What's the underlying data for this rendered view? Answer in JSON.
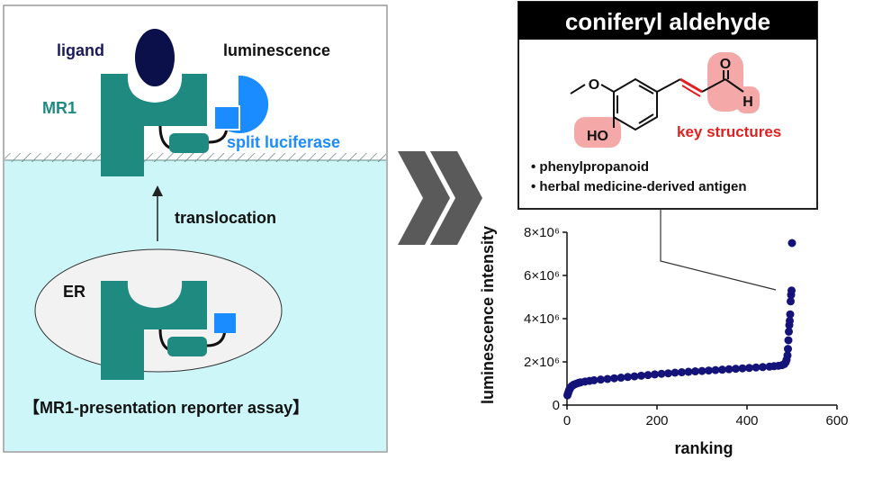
{
  "left_panel": {
    "ligand_label": "ligand",
    "luminescence_label": "luminescence",
    "mr1_label": "MR1",
    "split_luciferase_label": "split luciferase",
    "translocation_label": "translocation",
    "er_label": "ER",
    "assay_title": "【MR1-presentation reporter assay】"
  },
  "compound_box": {
    "title": "coniferyl aldehyde",
    "atom_o_methoxy": "O",
    "atom_ho": "HO",
    "atom_o_carbonyl": "O",
    "atom_h": "H",
    "key_structures_label": "key structures",
    "bullets": [
      "• phenylpropanoid",
      "• herbal medicine-derived antigen"
    ]
  },
  "colors": {
    "teal": "#1f8a80",
    "ligand": "#0b0f4a",
    "luciferase": "#1a8cff",
    "membrane_fill": "#cdf6f8",
    "points": "#13137a",
    "highlight": "#f4a8a8",
    "key_red": "#e02020",
    "arrow_gray": "#5a5a5a"
  },
  "chart_data": {
    "type": "scatter",
    "xlabel": "ranking",
    "ylabel": "luminescence intensity",
    "xlim": [
      0,
      600
    ],
    "ylim": [
      0,
      8000000
    ],
    "x_ticks": [
      0,
      200,
      400,
      600
    ],
    "y_ticks": [
      0,
      2000000,
      4000000,
      6000000,
      8000000
    ],
    "x_tick_labels": [
      "0",
      "200",
      "400",
      "600"
    ],
    "y_tick_labels": [
      "0",
      "2×10⁶",
      "4×10⁶",
      "6×10⁶",
      "8×10⁶"
    ],
    "grid": false,
    "points": [
      [
        1,
        450000
      ],
      [
        2,
        520000
      ],
      [
        3,
        580000
      ],
      [
        4,
        650000
      ],
      [
        5,
        700000
      ],
      [
        6,
        740000
      ],
      [
        7,
        780000
      ],
      [
        8,
        820000
      ],
      [
        10,
        870000
      ],
      [
        12,
        900000
      ],
      [
        15,
        940000
      ],
      [
        18,
        970000
      ],
      [
        22,
        1000000
      ],
      [
        26,
        1030000
      ],
      [
        30,
        1050000
      ],
      [
        40,
        1090000
      ],
      [
        50,
        1120000
      ],
      [
        60,
        1150000
      ],
      [
        75,
        1180000
      ],
      [
        90,
        1210000
      ],
      [
        105,
        1240000
      ],
      [
        120,
        1270000
      ],
      [
        135,
        1300000
      ],
      [
        150,
        1330000
      ],
      [
        165,
        1360000
      ],
      [
        180,
        1390000
      ],
      [
        195,
        1420000
      ],
      [
        210,
        1450000
      ],
      [
        225,
        1470000
      ],
      [
        240,
        1500000
      ],
      [
        255,
        1520000
      ],
      [
        270,
        1540000
      ],
      [
        285,
        1560000
      ],
      [
        300,
        1580000
      ],
      [
        315,
        1600000
      ],
      [
        330,
        1620000
      ],
      [
        345,
        1640000
      ],
      [
        360,
        1660000
      ],
      [
        375,
        1680000
      ],
      [
        390,
        1700000
      ],
      [
        405,
        1720000
      ],
      [
        420,
        1740000
      ],
      [
        435,
        1760000
      ],
      [
        450,
        1780000
      ],
      [
        460,
        1800000
      ],
      [
        470,
        1820000
      ],
      [
        478,
        1850000
      ],
      [
        483,
        1900000
      ],
      [
        486,
        1980000
      ],
      [
        488,
        2100000
      ],
      [
        490,
        2300000
      ],
      [
        491,
        2600000
      ],
      [
        492,
        3000000
      ],
      [
        493,
        3400000
      ],
      [
        494,
        3700000
      ],
      [
        495,
        3900000
      ],
      [
        496,
        4200000
      ],
      [
        497,
        4800000
      ],
      [
        498,
        5100000
      ],
      [
        499,
        5300000
      ],
      [
        500,
        7500000
      ]
    ]
  }
}
